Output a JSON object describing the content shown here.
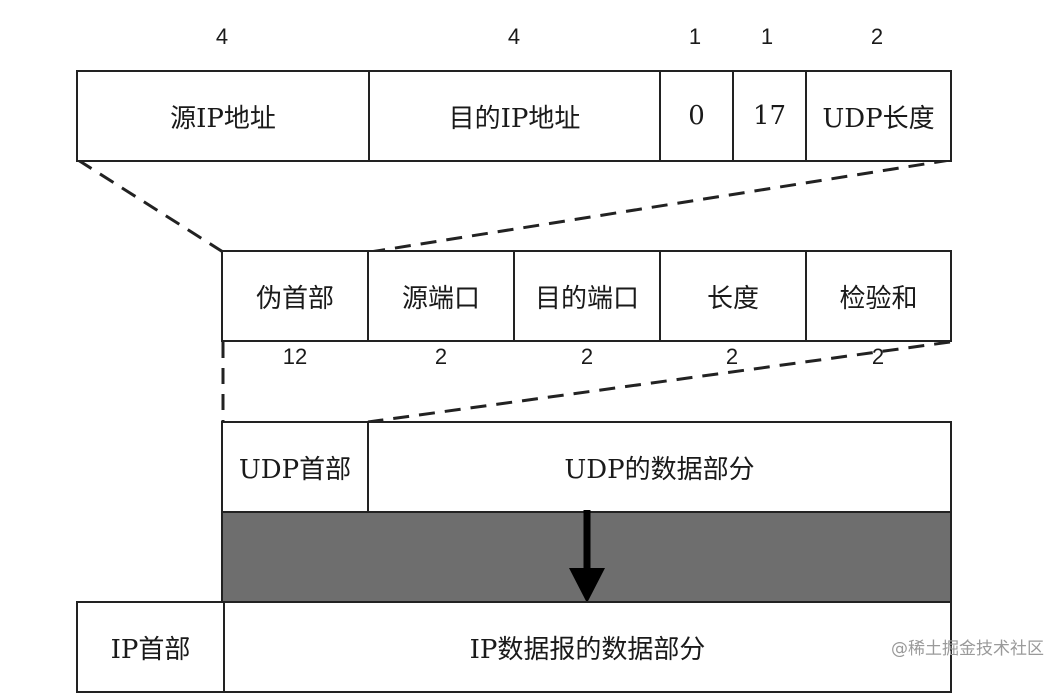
{
  "pseudo_header": {
    "sizes": [
      "4",
      "4",
      "1",
      "1",
      "2"
    ],
    "fields": [
      "源IP地址",
      "目的IP地址",
      "0",
      "17",
      "UDP长度"
    ]
  },
  "udp_header": {
    "fields": [
      "伪首部",
      "源端口",
      "目的端口",
      "长度",
      "检验和"
    ],
    "sizes": [
      "12",
      "2",
      "2",
      "2",
      "2"
    ]
  },
  "udp_datagram": {
    "header": "UDP首部",
    "data": "UDP的数据部分"
  },
  "ip_datagram": {
    "header": "IP首部",
    "data": "IP数据报的数据部分"
  },
  "watermark": "@稀土掘金技术社区"
}
